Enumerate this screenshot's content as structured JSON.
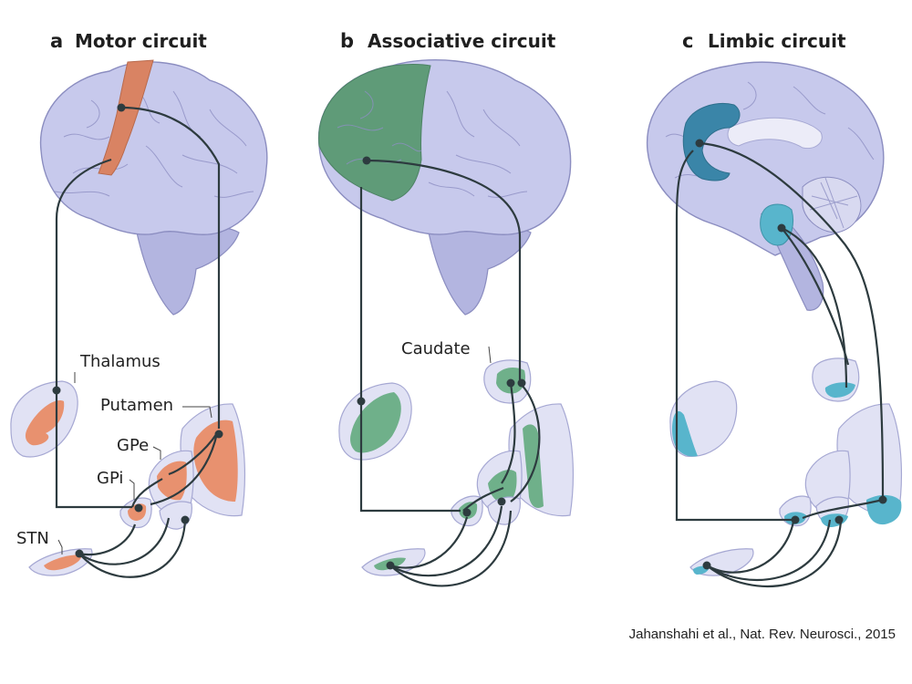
{
  "panels": [
    {
      "letter": "a",
      "title": "Motor circuit",
      "highlight_color": "#e8916f"
    },
    {
      "letter": "b",
      "title": "Associative circuit",
      "highlight_color": "#6fb08a"
    },
    {
      "letter": "c",
      "title": "Limbic circuit",
      "highlight_color": "#58b5cc"
    }
  ],
  "labels": {
    "thalamus": "Thalamus",
    "putamen": "Putamen",
    "gpe": "GPe",
    "gpi": "GPi",
    "stn": "STN",
    "caudate": "Caudate"
  },
  "credit": "Jahanshahi et al., Nat. Rev. Neurosci., 2015",
  "colors": {
    "brain": "#c7c9ec",
    "pathway": "#2d3b3f",
    "nucleus": "#e1e2f4"
  }
}
